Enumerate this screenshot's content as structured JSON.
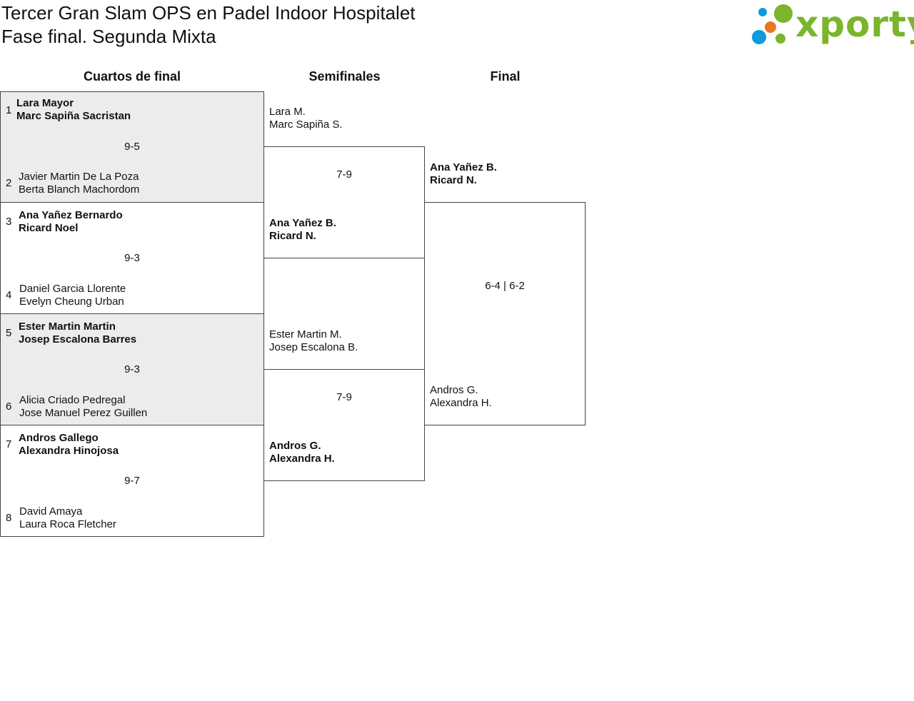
{
  "title": {
    "line1": "Tercer Gran Slam OPS en Padel Indoor Hospitalet",
    "line2": "Fase final. Segunda Mixta"
  },
  "logo": {
    "text": "xporty",
    "dot_colors": [
      "#0e9bdc",
      "#e87722",
      "#7ab52b"
    ],
    "text_color": "#7ab52b"
  },
  "rounds": {
    "quarterfinals": "Cuartos de final",
    "semifinals": "Semifinales",
    "final": "Final"
  },
  "quarterfinals": [
    {
      "top": {
        "seed": "1",
        "p1": "Lara Mayor",
        "p2": "Marc Sapiña Sacristan",
        "winner": true
      },
      "score": "9-5",
      "bottom": {
        "seed": "2",
        "p1": "Javier Martin De La Poza",
        "p2": "Berta Blanch Machordom",
        "winner": false
      }
    },
    {
      "top": {
        "seed": "3",
        "p1": "Ana Yañez Bernardo",
        "p2": "Ricard Noel",
        "winner": true
      },
      "score": "9-3",
      "bottom": {
        "seed": "4",
        "p1": "Daniel Garcia Llorente",
        "p2": "Evelyn Cheung Urban",
        "winner": false
      }
    },
    {
      "top": {
        "seed": "5",
        "p1": "Ester Martin Martin",
        "p2": "Josep Escalona Barres",
        "winner": true
      },
      "score": "9-3",
      "bottom": {
        "seed": "6",
        "p1": "Alicia Criado Pedregal",
        "p2": "Jose Manuel Perez Guillen",
        "winner": false
      }
    },
    {
      "top": {
        "seed": "7",
        "p1": "Andros Gallego",
        "p2": "Alexandra Hinojosa",
        "winner": true
      },
      "score": "9-7",
      "bottom": {
        "seed": "8",
        "p1": "David Amaya",
        "p2": "Laura Roca Fletcher",
        "winner": false
      }
    }
  ],
  "semifinals": [
    {
      "top": {
        "p1": "Lara M.",
        "p2": "Marc Sapiña S.",
        "winner": false
      },
      "score": "7-9",
      "bottom": {
        "p1": "Ana Yañez B.",
        "p2": "Ricard N.",
        "winner": true
      }
    },
    {
      "top": {
        "p1": "Ester Martin M.",
        "p2": "Josep Escalona B.",
        "winner": false
      },
      "score": "7-9",
      "bottom": {
        "p1": "Andros G.",
        "p2": "Alexandra H.",
        "winner": true
      }
    }
  ],
  "final": {
    "top": {
      "p1": "Ana Yañez B.",
      "p2": "Ricard N.",
      "winner": true
    },
    "score": "6-4 | 6-2",
    "bottom": {
      "p1": "Andros G.",
      "p2": "Alexandra H.",
      "winner": false
    }
  }
}
